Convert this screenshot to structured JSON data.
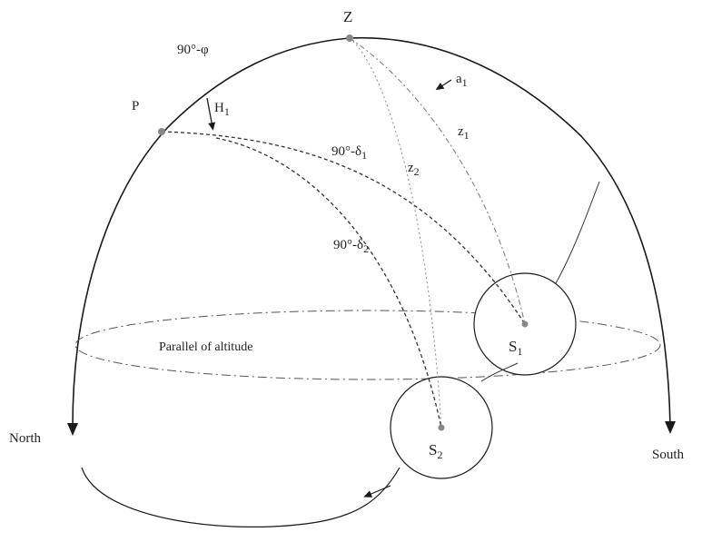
{
  "labels": {
    "zenith": "Z",
    "pole": "P",
    "colatitude": "90°-φ",
    "hour_angle": {
      "main": "H",
      "sub": "1"
    },
    "azimuth": {
      "main": "a",
      "sub": "1"
    },
    "zenith_dist_1": {
      "main": "z",
      "sub": "1"
    },
    "zenith_dist_2": {
      "main": "z",
      "sub": "2"
    },
    "polar_dist_1": {
      "main": "90°-δ",
      "sub": "1"
    },
    "polar_dist_2": {
      "main": "90°-δ",
      "sub": "2"
    },
    "star_1": {
      "main": "S",
      "sub": "1"
    },
    "star_2": {
      "main": "S",
      "sub": "2"
    },
    "parallel": "Parallel of altitude",
    "north": "North",
    "south": "South"
  },
  "colors": {
    "line": "#1a1a1a",
    "dot": "#888888",
    "background": "#ffffff"
  }
}
